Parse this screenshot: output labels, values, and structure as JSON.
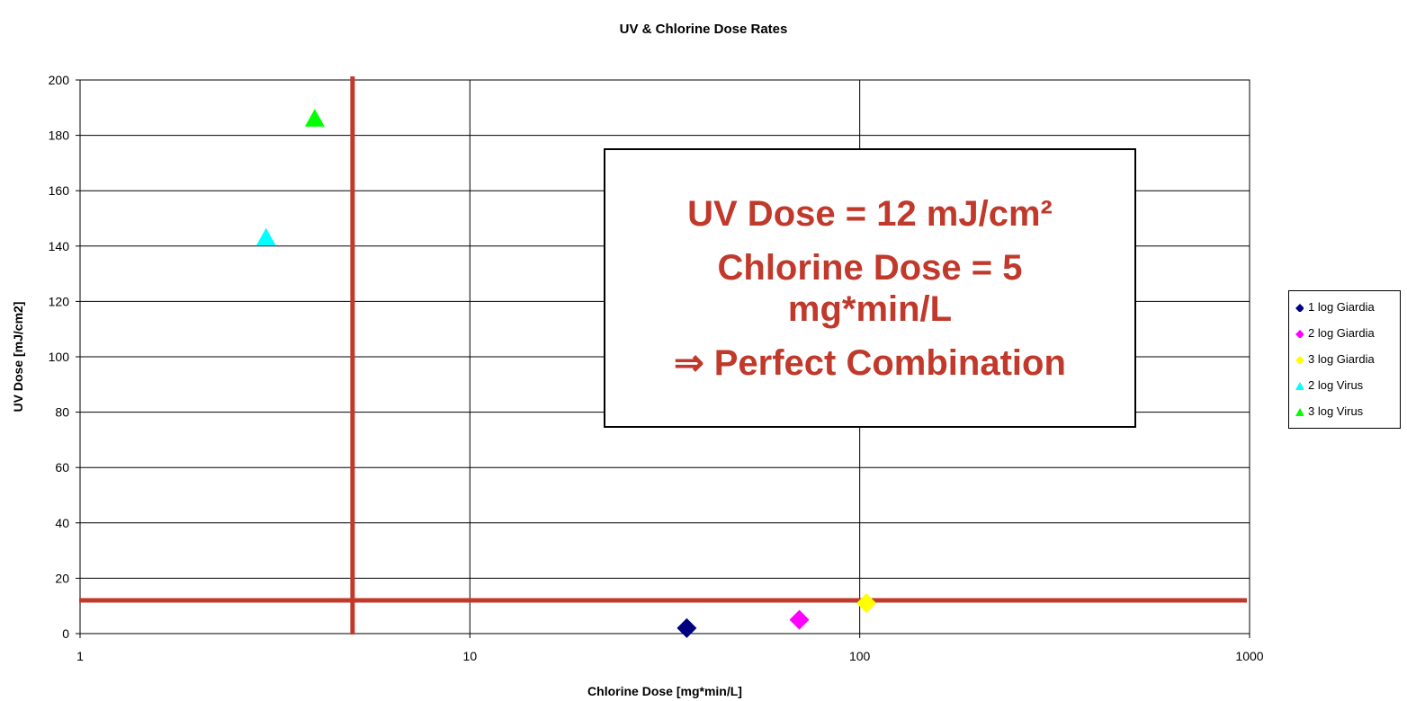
{
  "chart_data": {
    "type": "scatter",
    "title": "UV & Chlorine Dose Rates",
    "xlabel": "Chlorine Dose [mg*min/L]",
    "ylabel": "UV Dose [mJ/cm2]",
    "x_scale": "log",
    "xlim": [
      1,
      1000
    ],
    "ylim": [
      0,
      200
    ],
    "x_ticks": [
      1,
      10,
      100,
      1000
    ],
    "y_ticks": [
      0,
      20,
      40,
      60,
      80,
      100,
      120,
      140,
      160,
      180,
      200
    ],
    "grid": true,
    "legend_position": "right",
    "series": [
      {
        "name": "1 log Giardia",
        "marker": "diamond",
        "color": "#000080",
        "points": [
          {
            "x": 36,
            "y": 2
          }
        ]
      },
      {
        "name": "2 log Giardia",
        "marker": "diamond",
        "color": "#ff00ff",
        "points": [
          {
            "x": 70,
            "y": 5
          }
        ]
      },
      {
        "name": "3 log Giardia",
        "marker": "diamond",
        "color": "#ffff00",
        "points": [
          {
            "x": 104,
            "y": 11
          }
        ]
      },
      {
        "name": "2 log Virus",
        "marker": "triangle",
        "color": "#00ffff",
        "points": [
          {
            "x": 3,
            "y": 143
          }
        ]
      },
      {
        "name": "3 log Virus",
        "marker": "triangle",
        "color": "#00ff00",
        "points": [
          {
            "x": 4,
            "y": 186
          }
        ]
      }
    ],
    "reference_lines": [
      {
        "orientation": "horizontal",
        "value": 12,
        "color": "#c0392b"
      },
      {
        "orientation": "vertical",
        "value": 5,
        "color": "#c0392b"
      }
    ],
    "annotation": {
      "line1": "UV Dose = 12 mJ/cm²",
      "line2": "Chlorine Dose = 5",
      "line3": "mg*min/L",
      "line4": "⇒ Perfect Combination",
      "color": "#c0392b"
    }
  }
}
